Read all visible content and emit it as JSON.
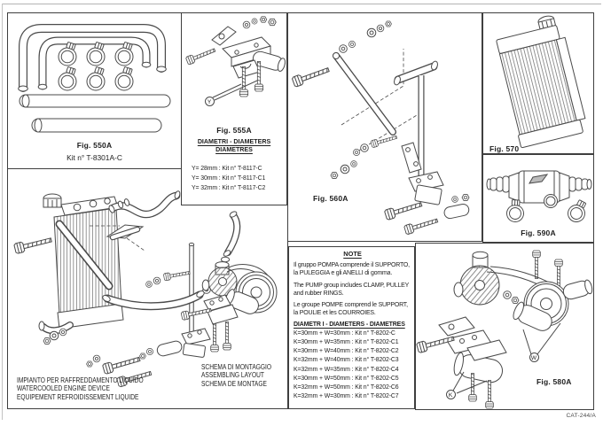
{
  "page": {
    "footer_code": "CAT-244/A"
  },
  "fig550a": {
    "label": "Fig. 550A",
    "kit": "Kit n° T-8301A-C"
  },
  "fig555a": {
    "label": "Fig. 555A",
    "title_line1": "DIAMETRI - DIAMETERS",
    "title_line2": "DIAMETRES",
    "callout": "Y",
    "rows": [
      "Y= 28mm : Kit n° T-8117-C",
      "Y= 30mm : Kit n° T-8117-C1",
      "Y= 32mm : Kit n° T-8117-C2"
    ]
  },
  "fig560a": {
    "label": "Fig. 560A"
  },
  "fig570": {
    "label": "Fig. 570"
  },
  "fig590a": {
    "label": "Fig. 590A"
  },
  "note": {
    "title": "NOTE",
    "lines": [
      "Il gruppo POMPA comprende il SUPPORTO,",
      "la PULEGGIA e gli ANELLI di gomma.",
      "The PUMP group includes CLAMP, PULLEY",
      "and rubber RINGS.",
      "Le groupe POMPE comprend le SUPPORT,",
      "la POULIE et les COURROIES."
    ],
    "diameters_title": "DIAMETR I - DIAMETERS - DIAMETRES",
    "rows": [
      "K=30mm + W=30mm : Kit n° T-8202-C",
      "K=30mm + W=35mm : Kit n° T-8202-C1",
      "K=30mm + W=40mm : Kit n° T-8202-C2",
      "K=32mm + W=40mm : Kit n° T-8202-C3",
      "K=32mm + W=35mm : Kit n° T-8202-C4",
      "K=30mm + W=50mm : Kit n° T-8202-C5",
      "K=32mm + W=50mm : Kit n° T-8202-C6",
      "K=32mm + W=30mm : Kit n° T-8202-C7"
    ]
  },
  "fig580a": {
    "label": "Fig. 580A",
    "callout_k": "K",
    "callout_w": "W"
  },
  "schema": {
    "captions_left": [
      "IMPIANTO PER RAFFREDDAMENTO LIQUIDO",
      "WATERCOOLED ENGINE DEVICE",
      "EQUIPEMENT REFROIDISSEMENT LIQUIDE"
    ],
    "captions_right": [
      "SCHEMA DI MONTAGGIO",
      "ASSEMBLING LAYOUT",
      "SCHEMA DE MONTAGE"
    ]
  },
  "colors": {
    "background": "#ffffff",
    "ink": "#1d1d1d",
    "line_art": "#4a4a4a",
    "border": "#3f3f3f"
  }
}
